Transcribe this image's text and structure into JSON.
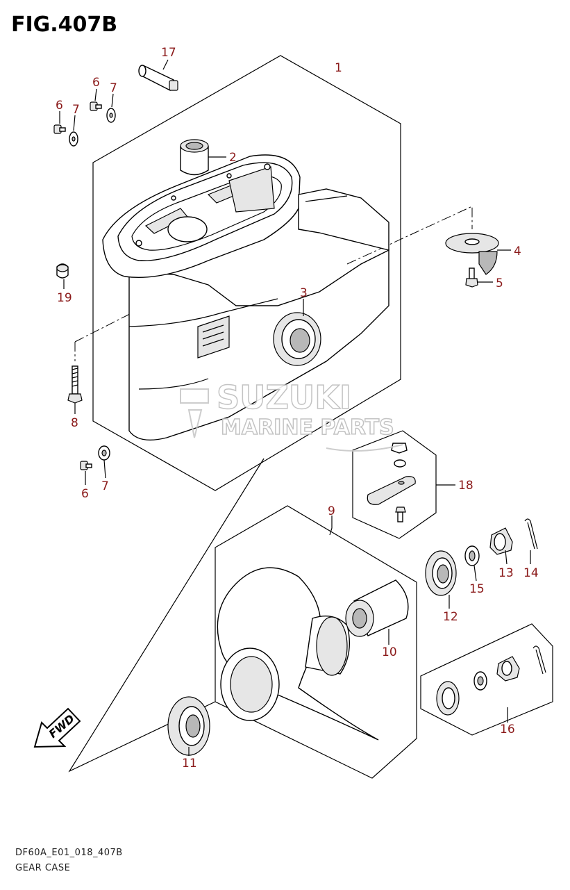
{
  "figure": {
    "title": "FIG.407B"
  },
  "footer": {
    "code": "DF60A_E01_018_407B",
    "name": "GEAR CASE"
  },
  "watermark": {
    "line1": "SUZUKI",
    "line2": "MARINE PARTS"
  },
  "fwd_arrow": {
    "label": "FWD"
  },
  "callouts": {
    "c1": "1",
    "c2": "2",
    "c3": "3",
    "c4": "4",
    "c5": "5",
    "c6a": "6",
    "c6b": "6",
    "c6c": "6",
    "c7a": "7",
    "c7b": "7",
    "c7c": "7",
    "c8": "8",
    "c9": "9",
    "c10": "10",
    "c11": "11",
    "c12": "12",
    "c13": "13",
    "c14": "14",
    "c15": "15",
    "c16": "16",
    "c17": "17",
    "c18": "18",
    "c19": "19"
  },
  "colors": {
    "callout": "#8b1a1a",
    "line": "#000000",
    "watermark": "#bdbdbd"
  }
}
